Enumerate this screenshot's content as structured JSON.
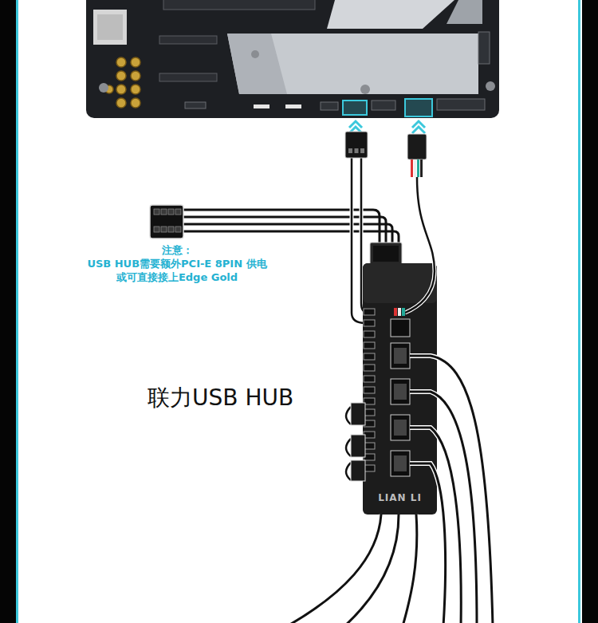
{
  "diagram": {
    "nodes": [
      {
        "text": [
          "LIAN LI"
        ]
      }
    ],
    "labels": [
      "注意：",
      "USB HUB需要额外PCI-E 8PIN 供电",
      "或可直接接上Edge Gold",
      "联力USB HUB"
    ]
  }
}
